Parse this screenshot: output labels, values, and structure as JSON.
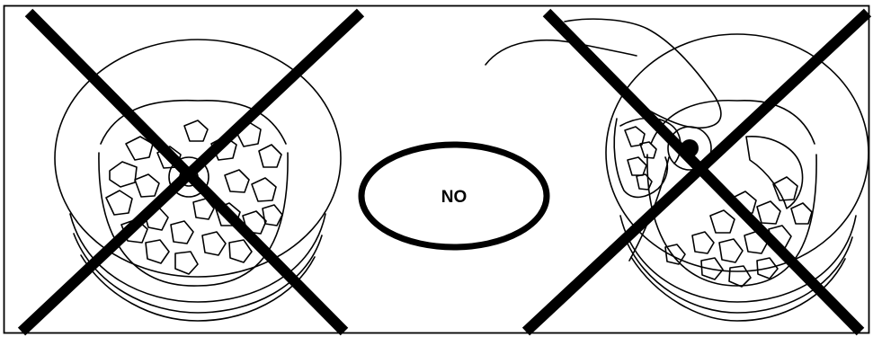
{
  "center_label": "NO",
  "left_panel": {
    "prohibited": true,
    "icon": "cross-mark"
  },
  "right_panel": {
    "prohibited": true,
    "icon": "cross-mark"
  },
  "colors": {
    "ink": "#000000",
    "background": "#ffffff"
  }
}
